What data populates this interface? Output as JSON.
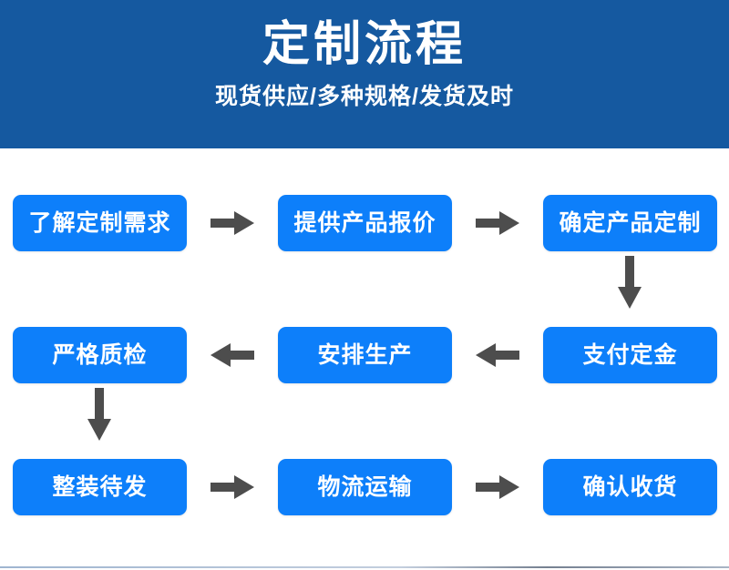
{
  "banner": {
    "title": "定制流程",
    "subtitle": "现货供应/多种规格/发货及时",
    "background_color": "#1559a0",
    "text_color": "#ffffff"
  },
  "flow": {
    "node_color": "#0d7ffa",
    "node_text_color": "#ffffff",
    "arrow_color": "#4d4d4d",
    "rows": [
      {
        "direction": "left-to-right",
        "nodes": [
          {
            "label": "了解定制需求"
          },
          {
            "label": "提供产品报价"
          },
          {
            "label": "确定产品定制"
          }
        ],
        "connectors": [
          "arrow-right-icon",
          "arrow-right-icon"
        ]
      },
      {
        "direction": "right-to-left",
        "nodes": [
          {
            "label": "严格质检"
          },
          {
            "label": "安排生产"
          },
          {
            "label": "支付定金"
          }
        ],
        "connectors": [
          "arrow-left-icon",
          "arrow-left-icon"
        ]
      },
      {
        "direction": "left-to-right",
        "nodes": [
          {
            "label": "整装待发"
          },
          {
            "label": "物流运输"
          },
          {
            "label": "确认收货"
          }
        ],
        "connectors": [
          "arrow-right-icon",
          "arrow-right-icon"
        ]
      }
    ],
    "vertical_connectors": [
      {
        "name": "arrow-down-icon",
        "from": "确定产品定制",
        "to": "支付定金",
        "column": "right"
      },
      {
        "name": "arrow-down-icon",
        "from": "严格质检",
        "to": "整装待发",
        "column": "left"
      }
    ]
  }
}
